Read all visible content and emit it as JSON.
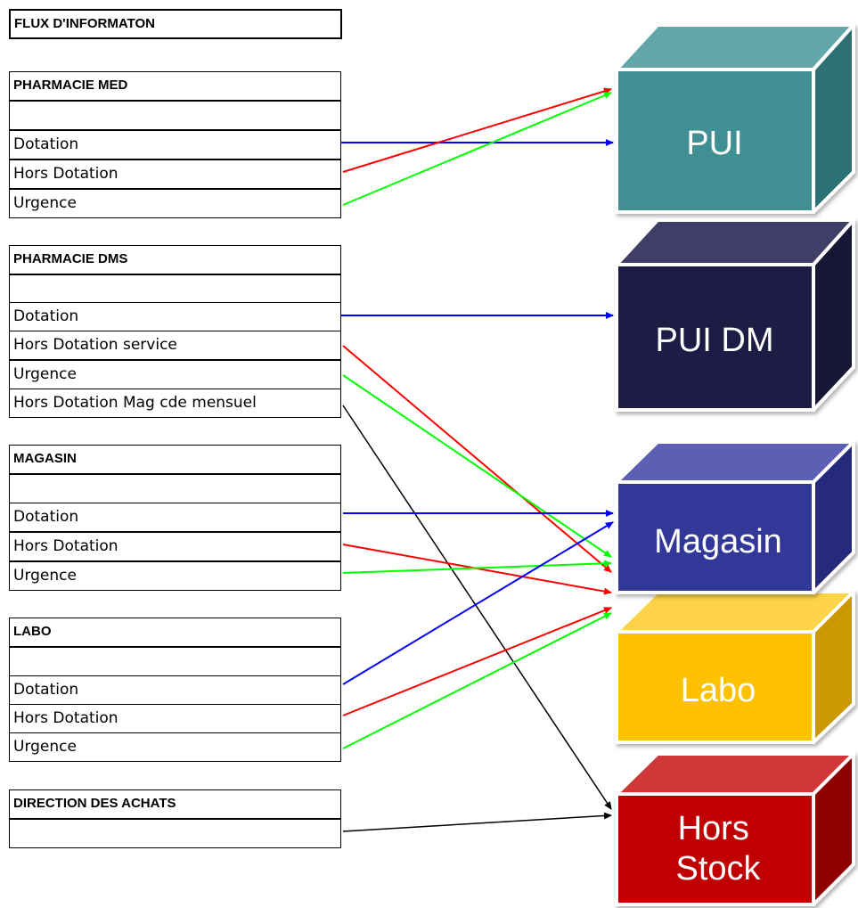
{
  "title": "FLUX D'INFORMATON",
  "groups": [
    {
      "header": "PHARMACIE MED",
      "rows": [
        "",
        "Dotation",
        "Hors Dotation",
        "Urgence"
      ]
    },
    {
      "header": "PHARMACIE DMS",
      "rows": [
        "",
        "Dotation",
        "Hors Dotation service",
        "Urgence",
        "Hors Dotation Mag cde mensuel"
      ]
    },
    {
      "header": "MAGASIN",
      "rows": [
        "",
        "Dotation",
        "Hors Dotation",
        "Urgence"
      ]
    },
    {
      "header": "LABO",
      "rows": [
        "",
        "Dotation",
        "Hors Dotation",
        "Urgence"
      ]
    },
    {
      "header": "DIRECTION DES ACHATS",
      "rows": [
        ""
      ]
    }
  ],
  "targets": [
    {
      "id": "pui",
      "label": "PUI",
      "front": "#3f8f93",
      "top": "#64a6aa",
      "side": "#2d7174"
    },
    {
      "id": "pui-dm",
      "label": "PUI DM",
      "front": "#1c1a45",
      "top": "#403d66",
      "side": "#141234"
    },
    {
      "id": "magasin",
      "label": "Magasin",
      "front": "#333797",
      "top": "#5c5fb2",
      "side": "#272b7a"
    },
    {
      "id": "labo",
      "label": "Labo",
      "front": "#fdc100",
      "top": "#fed347",
      "side": "#cc9800"
    },
    {
      "id": "hors-stock",
      "label": "Hors Stock",
      "front": "#c00000",
      "top": "#d03838",
      "side": "#900000"
    }
  ],
  "colors": {
    "dotation": "#0000ff",
    "hors_dotation": "#ff0000",
    "urgence": "#00ff00",
    "other": "#000000"
  }
}
